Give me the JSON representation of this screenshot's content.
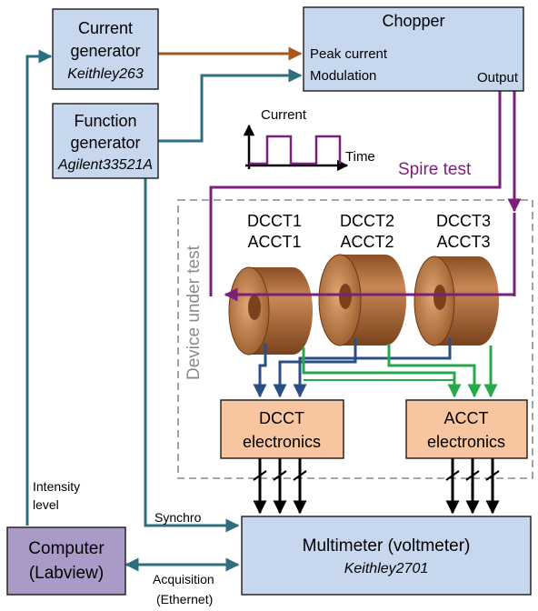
{
  "colors": {
    "blue_box": "#c6d7ee",
    "orange_box": "#f7c6a0",
    "purple_box": "#a99ac8",
    "teal_line": "#2d6f7f",
    "brown_line": "#a7581c",
    "purple_line": "#7a1f7a",
    "dark_blue_line": "#2a4f86",
    "green_line": "#27a84a",
    "dashed_border": "#8a8a8a",
    "coil": "#b07042"
  },
  "current_generator": {
    "line1": "Current",
    "line2": "generator",
    "model": "Keithley263"
  },
  "function_generator": {
    "line1": "Function",
    "line2": "generator",
    "model": "Agilent33521A"
  },
  "chopper": {
    "title": "Chopper",
    "input1": "Peak current",
    "input2": "Modulation",
    "output": "Output"
  },
  "waveform": {
    "ylabel": "Current",
    "xlabel": "Time"
  },
  "spire_test": "Spire test",
  "device_under_test": "Device under test",
  "sensors": [
    {
      "dcct": "DCCT1",
      "acct": "ACCT1"
    },
    {
      "dcct": "DCCT2",
      "acct": "ACCT2"
    },
    {
      "dcct": "DCCT3",
      "acct": "ACCT3"
    }
  ],
  "dcct_electronics": {
    "line1": "DCCT",
    "line2": "electronics"
  },
  "acct_electronics": {
    "line1": "ACCT",
    "line2": "electronics"
  },
  "intensity_level": {
    "line1": "Intensity",
    "line2": "level"
  },
  "synchro": "Synchro",
  "computer": {
    "line1": "Computer",
    "line2": "(Labview)"
  },
  "multimeter": {
    "line1": "Multimeter (voltmeter)",
    "model": "Keithley2701"
  },
  "acquisition": {
    "line1": "Acquisition",
    "line2": "(Ethernet)"
  }
}
